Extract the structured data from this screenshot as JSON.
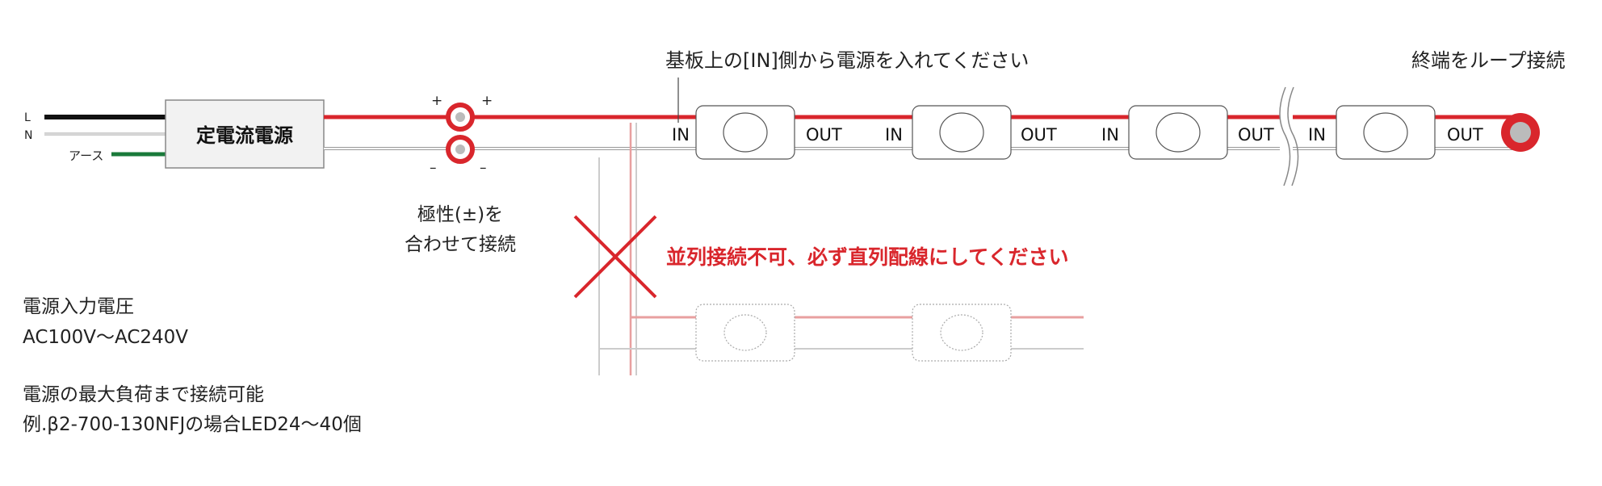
{
  "labels": {
    "wire_l": "L",
    "wire_n": "N",
    "ground": "アース",
    "psu": "定電流電源",
    "plus": "+",
    "minus": "–",
    "polarity_line1": "極性(±)を",
    "polarity_line2": "合わせて接続",
    "input_note": "基板上の[IN]側から電源を入れてください",
    "end_note": "終端をループ接続",
    "warning": "並列接続不可、必ず直列配線にしてください",
    "module_in": "IN",
    "module_out": "OUT",
    "spec_line1": "電源入力電圧",
    "spec_line2": "AC100V〜AC240V",
    "spec_line3": "電源の最大負荷まで接続可能",
    "spec_line4": "例.β2-700-130NFJの場合LED24〜40個"
  },
  "colors": {
    "red": "#d9262c",
    "red_faint": "#e8a0a0",
    "black_wire": "#111111",
    "ground_wire": "#1a7a3a",
    "psu_fill": "#f2f2f2",
    "outline": "#777777",
    "end_cap": "#bbbbbb"
  }
}
